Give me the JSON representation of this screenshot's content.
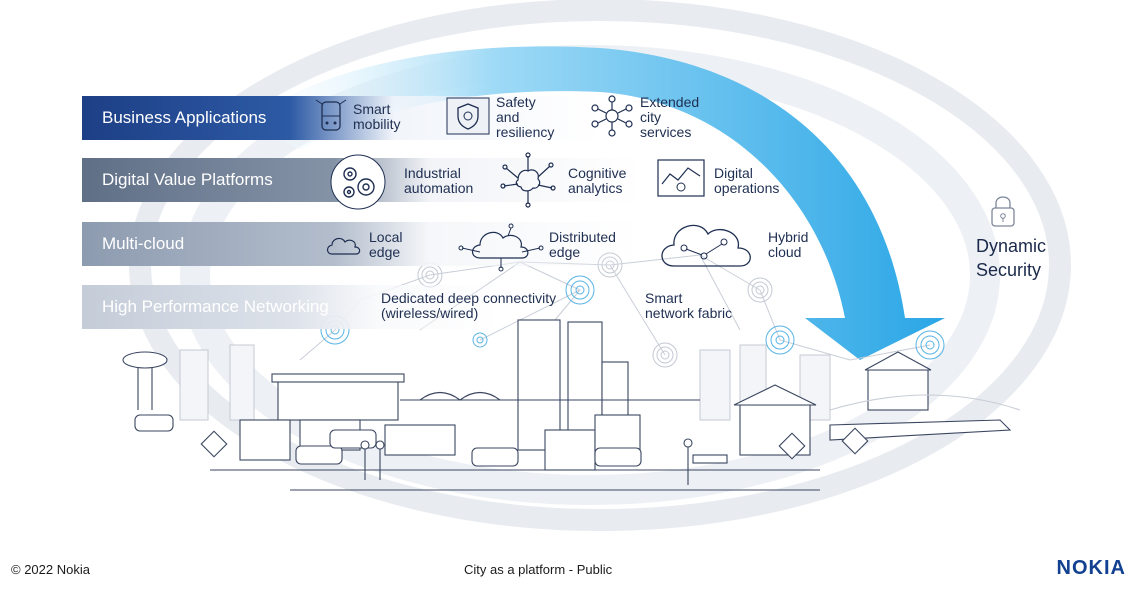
{
  "layers": [
    {
      "label": "Business Applications"
    },
    {
      "label": "Digital Value Platforms"
    },
    {
      "label": "Multi-cloud"
    },
    {
      "label": "High Performance Networking"
    }
  ],
  "services": {
    "smart_mobility": "Smart\nmobility",
    "safety_resiliency": "Safety\nand\nresiliency",
    "extended_city": "Extended\ncity\nservices",
    "industrial_automation": "Industrial\nautomation",
    "cognitive_analytics": "Cognitive\nanalytics",
    "digital_operations": "Digital\noperations",
    "local_edge": "Local\nedge",
    "distributed_edge": "Distributed\nedge",
    "hybrid_cloud": "Hybrid\ncloud",
    "dedicated_connectivity": "Dedicated deep connectivity\n(wireless/wired)",
    "smart_network": "Smart\nnetwork fabric"
  },
  "security": {
    "label": "Dynamic\nSecurity"
  },
  "footer": {
    "copyright": "© 2022 Nokia",
    "center": "City as a platform - Public",
    "logo": "NOKIA"
  },
  "colors": {
    "accent": "#124191",
    "arrow": "#3fb3ea",
    "ring": "#e6e9ef"
  }
}
